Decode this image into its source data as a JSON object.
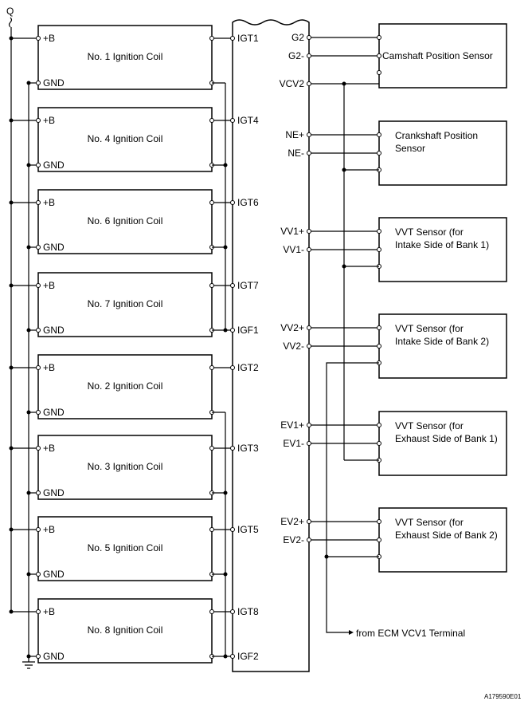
{
  "supply_label": "Q",
  "coils": [
    {
      "name": "No. 1 Ignition Coil",
      "b_label": "+B",
      "gnd_label": "GND",
      "signal": "IGT1"
    },
    {
      "name": "No. 4 Ignition Coil",
      "b_label": "+B",
      "gnd_label": "GND",
      "signal": "IGT4"
    },
    {
      "name": "No. 6 Ignition Coil",
      "b_label": "+B",
      "gnd_label": "GND",
      "signal": "IGT6"
    },
    {
      "name": "No. 7 Ignition Coil",
      "b_label": "+B",
      "gnd_label": "GND",
      "signal": "IGT7",
      "feedback": "IGF1"
    },
    {
      "name": "No. 2 Ignition Coil",
      "b_label": "+B",
      "gnd_label": "GND",
      "signal": "IGT2"
    },
    {
      "name": "No. 3 Ignition Coil",
      "b_label": "+B",
      "gnd_label": "GND",
      "signal": "IGT3"
    },
    {
      "name": "No. 5 Ignition Coil",
      "b_label": "+B",
      "gnd_label": "GND",
      "signal": "IGT5"
    },
    {
      "name": "No. 8 Ignition Coil",
      "b_label": "+B",
      "gnd_label": "GND",
      "signal": "IGT8",
      "feedback": "IGF2"
    }
  ],
  "ecm_terminals": [
    "G2",
    "G2-",
    "VCV2",
    "NE+",
    "NE-",
    "VV1+",
    "VV1-",
    "VV2+",
    "VV2-",
    "EV1+",
    "EV1-",
    "EV2+",
    "EV2-"
  ],
  "sensors": [
    {
      "lines": [
        "Camshaft Position Sensor"
      ]
    },
    {
      "lines": [
        "Crankshaft Position",
        "Sensor"
      ]
    },
    {
      "lines": [
        "VVT Sensor (for",
        "Intake Side of Bank 1)"
      ]
    },
    {
      "lines": [
        "VVT Sensor (for",
        "Intake Side of Bank 2)"
      ]
    },
    {
      "lines": [
        "VVT Sensor (for",
        "Exhaust Side of Bank 1)"
      ]
    },
    {
      "lines": [
        "VVT Sensor (for",
        "Exhaust Side of Bank 2)"
      ]
    }
  ],
  "vcv1_note": "from ECM VCV1 Terminal",
  "figure_id": "A179590E01"
}
